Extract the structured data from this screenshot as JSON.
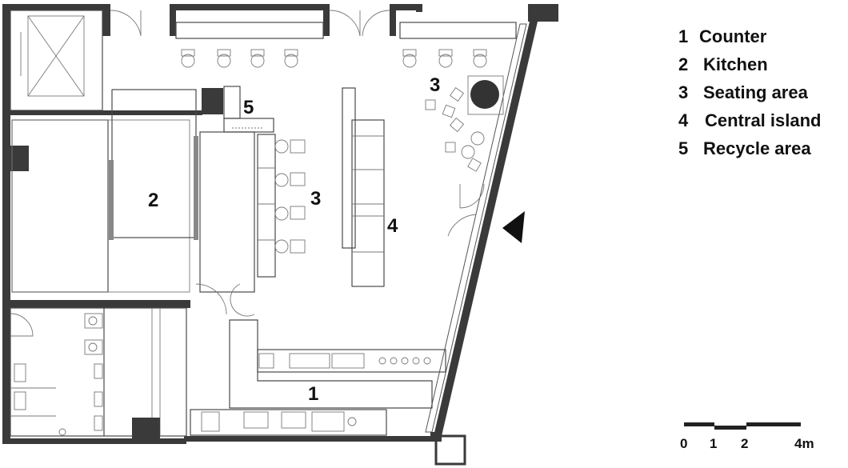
{
  "labels": {
    "counter": "1",
    "kitchen": "2",
    "seating_left": "3",
    "seating_right": "3",
    "island": "4",
    "recycle": "5"
  },
  "legend": [
    {
      "num": "1",
      "text": "Counter"
    },
    {
      "num": "2",
      "text": "Kitchen"
    },
    {
      "num": "3",
      "text": "Seating area"
    },
    {
      "num": "4",
      "text": "Central island"
    },
    {
      "num": "5",
      "text": "Recycle area"
    }
  ],
  "scale": {
    "ticks": [
      "0",
      "1",
      "2",
      "4m"
    ]
  },
  "icons": {
    "entrance": "entrance-arrow-icon",
    "sink": "sink-icon",
    "toilet": "toilet-icon",
    "stool": "stool-icon"
  },
  "colors": {
    "wall": "#3a3a3a",
    "line": "#4a4a4a",
    "text": "#111111"
  }
}
